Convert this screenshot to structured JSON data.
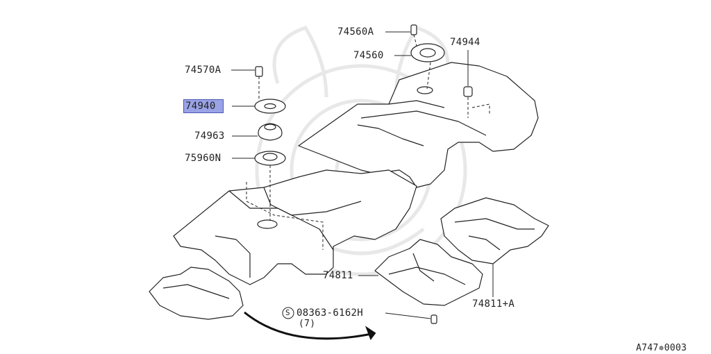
{
  "diagram_code": "A747✵0003",
  "colors": {
    "highlight": "#9aa3e6",
    "line": "#222222",
    "watermark": "#e6e6e6"
  },
  "parts": {
    "p74560A": "74560A",
    "p74560": "74560",
    "p74944": "74944",
    "p74570A": "74570A",
    "p74940": "74940",
    "p74963": "74963",
    "p75960N": "75960N",
    "p74811": "74811",
    "p74811A": "74811+A"
  },
  "fastener": {
    "symbol": "S",
    "code": "08363-6162H",
    "qty": "(7)"
  },
  "highlighted_part": "74940"
}
